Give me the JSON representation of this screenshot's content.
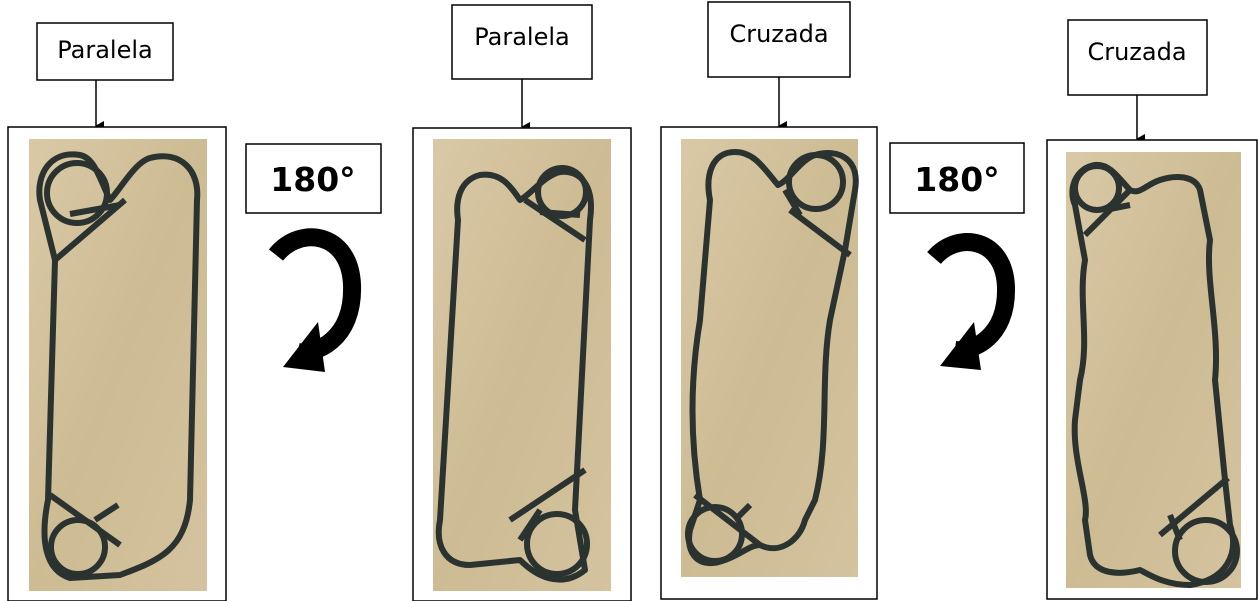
{
  "labels": {
    "plate1": "Paralela",
    "plate2": "Paralela",
    "plate3": "Cruzada",
    "plate4": "Cruzada"
  },
  "rotation": {
    "left": "180°",
    "right": "180°"
  },
  "colors": {
    "board": "#d6c6a2",
    "gasket": "#2b3330",
    "frame": "#000000",
    "arrow": "#000000"
  },
  "icons": {
    "rotation": "curved-rotation-arrow-icon",
    "pointer": "down-arrow-icon"
  }
}
